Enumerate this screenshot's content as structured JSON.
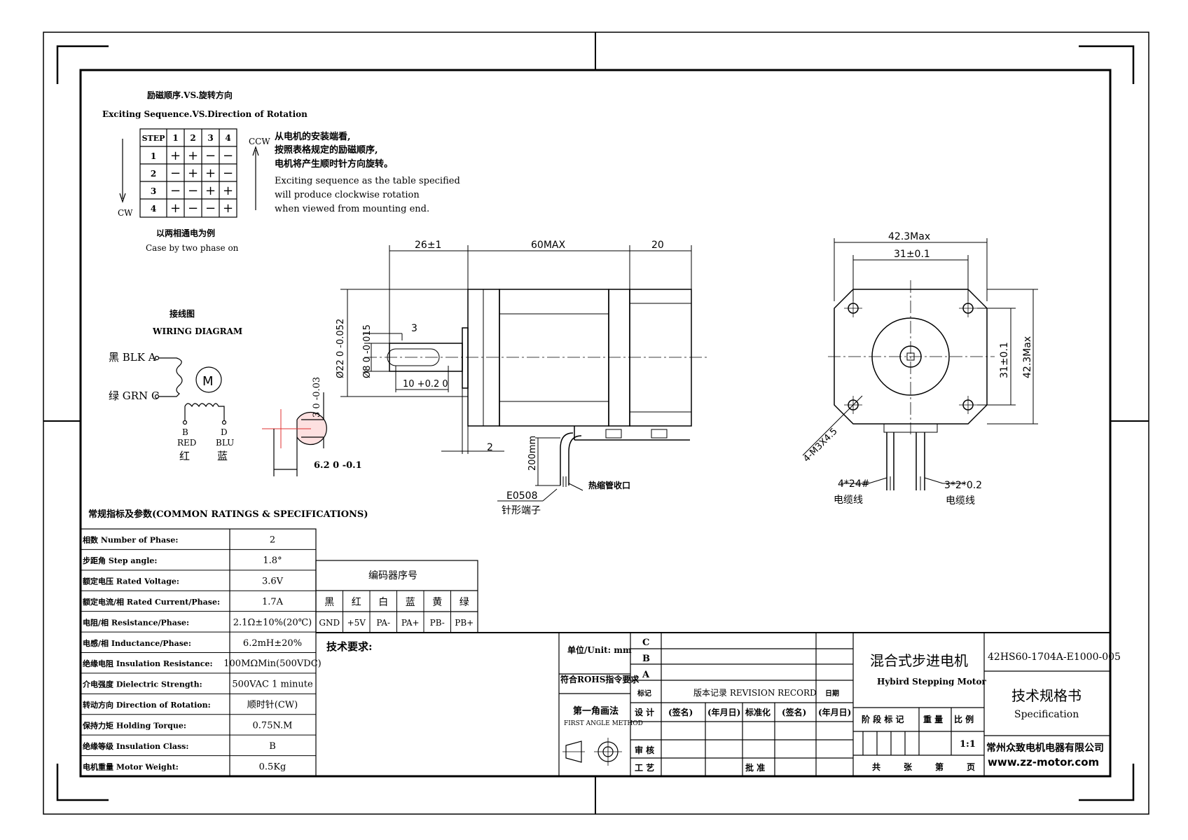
{
  "excitation": {
    "title_cn": "励磁顺序.VS.旋转方向",
    "title_en": "Exciting Sequence.VS.Direction of Rotation",
    "step_header": "STEP",
    "phase_headers": [
      "1",
      "2",
      "3",
      "4"
    ],
    "rows": [
      {
        "step": "1",
        "cells": [
          "+",
          "+",
          "−",
          "−"
        ]
      },
      {
        "step": "2",
        "cells": [
          "−",
          "+",
          "+",
          "−"
        ]
      },
      {
        "step": "3",
        "cells": [
          "−",
          "−",
          "+",
          "+"
        ]
      },
      {
        "step": "4",
        "cells": [
          "+",
          "−",
          "−",
          "+"
        ]
      }
    ],
    "ccw": "CCW",
    "cw": "CW",
    "note_lines": [
      "从电机的安装端看,",
      "按照表格规定的励磁顺序,",
      "电机将产生顺时针方向旋转。",
      "Exciting sequence as the table specified",
      "will produce clockwise rotation",
      "when viewed from mounting end."
    ],
    "case_cn": "以两相通电为例",
    "case_en": "Case by two phase on"
  },
  "wiring": {
    "title_cn": "接线图",
    "title_en": "WIRING DIAGRAM",
    "blk_label": "黑 BLK A",
    "grn_label": "绿 GRN C",
    "motor": "M",
    "b_letter": "B",
    "b_en": "RED",
    "b_cn": "红",
    "d_letter": "D",
    "d_en": "BLU",
    "d_cn": "蓝"
  },
  "side_view": {
    "dim_26": "26±1",
    "dim_60": "60MAX",
    "dim_20": "20",
    "dim_3": "3",
    "dim_22": "Ø22 0 -0.052",
    "dim_8": "Ø8 0 -0.015",
    "dim_10": "10 +0.2 0",
    "dim_2": "2",
    "dim_200": "200mm",
    "e0508": "E0508",
    "pin_terminal": "针形端子",
    "heat_shrink": "热缩管收口"
  },
  "shaft_section": {
    "dim_3": "3 0 -0.03",
    "dim_62": "6.2 0 -0.1"
  },
  "front_view": {
    "dim_423_top": "42.3Max",
    "dim_31_top": "31±0.1",
    "dim_31_side": "31±0.1",
    "dim_423_side": "42.3Max",
    "screw": "4-M3X4.5",
    "cable1_spec": "4*24#",
    "cable1_cn": "电缆线",
    "cable2_spec": "3*2*0.2",
    "cable2_cn": "电缆线"
  },
  "specs": {
    "title": "常规指标及参数(COMMON RATINGS & SPECIFICATIONS)",
    "rows": [
      {
        "label": "相数 Number of Phase:",
        "value": "2"
      },
      {
        "label": "步距角 Step angle:",
        "value": "1.8°"
      },
      {
        "label": "额定电压 Rated Voltage:",
        "value": "3.6V"
      },
      {
        "label": "额定电流/相 Rated Current/Phase:",
        "value": "1.7A"
      },
      {
        "label": "电阻/相 Resistance/Phase:",
        "value": "2.1Ω±10%(20℃)"
      },
      {
        "label": "电感/相 Inductance/Phase:",
        "value": "6.2mH±20%"
      },
      {
        "label": "绝缘电阻 Insulation Resistance:",
        "value": "100MΩMin(500VDC)"
      },
      {
        "label": "介电强度 Dielectric Strength:",
        "value": "500VAC 1 minute"
      },
      {
        "label": "转动方向 Direction of Rotation:",
        "value": "顺时针(CW)"
      },
      {
        "label": "保持力矩 Holding Torque:",
        "value": "0.75N.M"
      },
      {
        "label": "绝缘等级 Insulation Class:",
        "value": "B"
      },
      {
        "label": "电机重量 Motor Weight:",
        "value": "0.5Kg"
      }
    ]
  },
  "encoder": {
    "title": "编码器序号",
    "colors": [
      "黑",
      "红",
      "白",
      "蓝",
      "黄",
      "绿"
    ],
    "signals": [
      "GND",
      "+5V",
      "PA-",
      "PA+",
      "PB-",
      "PB+"
    ]
  },
  "title_block": {
    "tech_req": "技术要求:",
    "unit": "单位/Unit: mm",
    "rohs": "符合ROHS指令要求",
    "projection_cn": "第一角画法",
    "projection_en": "FIRST ANGLE METHOD",
    "rev_marks": [
      "C",
      "B",
      "A"
    ],
    "rev_header_mark": "标记",
    "revision_record": "版本记录 REVISION RECORD",
    "rev_date_header": "日期",
    "design": "设 计",
    "sign1": "(签名)",
    "date1": "(年月日)",
    "standardize": "标准化",
    "sign2": "(签名)",
    "date2": "(年月日)",
    "review": "审 核",
    "process": "工 艺",
    "approve": "批 准",
    "stage_mark": "阶 段 标 记",
    "weight": "重 量",
    "scale": "比 例",
    "scale_value": "1:1",
    "sheets_total": "共",
    "sheets_unit": "张",
    "sheet_no": "第",
    "sheet_page": "页",
    "product_cn": "混合式步进电机",
    "product_en": "Hybird Stepping Motor",
    "part_no": "42HS60-1704A-E1000-005",
    "doc_cn": "技术规格书",
    "doc_en": "Specification",
    "company": "常州众致电机电器有限公司",
    "website": "www.zz-motor.com"
  }
}
